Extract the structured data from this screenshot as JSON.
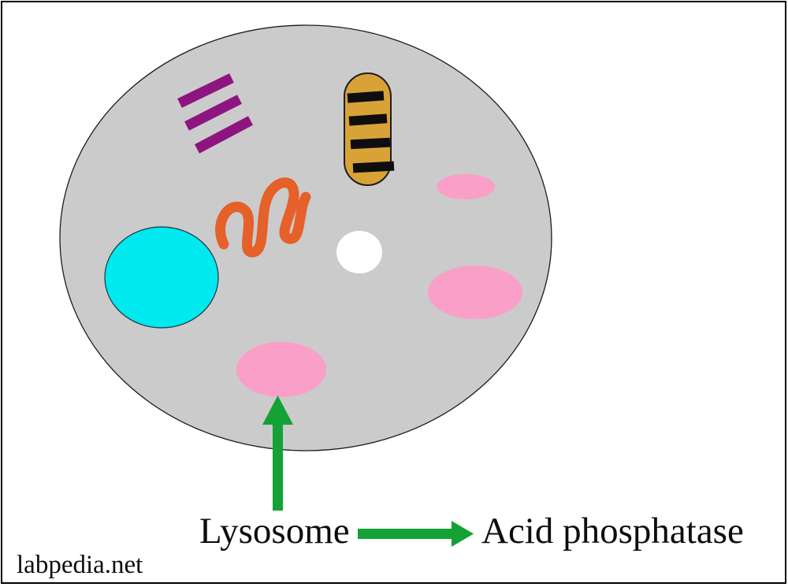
{
  "diagram": {
    "title_context": "Cell diagram pointing out a lysosome and its marker enzyme",
    "labels": {
      "lysosome": "Lysosome",
      "acid_phosphatase": "Acid phosphatase"
    },
    "watermark": "labpedia.net",
    "organelles": [
      "cell-body",
      "purple-stripe-stack",
      "striped-capsule-mitochondrion",
      "orange-squiggle-er",
      "cyan-nucleus",
      "white-vesicle",
      "pink-vesicle-small",
      "pink-vesicle-right",
      "pink-lysosome"
    ],
    "colors": {
      "cell_gray": "#cbcbcb",
      "outline_black": "#1c1c1c",
      "purple": "#8e157f",
      "orange": "#e6602a",
      "tan": "#d9a237",
      "stripe_black": "#0e0e0e",
      "cyan": "#00e9ef",
      "white": "#ffffff",
      "pink": "#fa9fc8",
      "arrow_green": "#14a135",
      "text_black": "#0d0d0d"
    }
  }
}
